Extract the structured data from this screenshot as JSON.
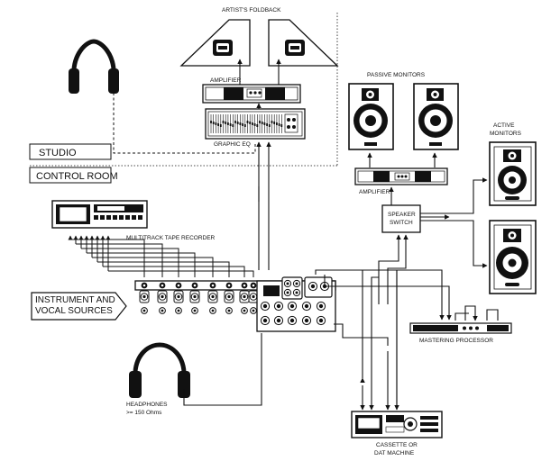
{
  "labels": {
    "artists_foldback": "ARTIST'S FOLDBACK",
    "amplifier_top": "AMPLIFIER",
    "graphic_eq": "GRAPHIC EQ",
    "studio": "STUDIO",
    "control_room": "CONTROL ROOM",
    "passive_monitors": "PASSIVE MONITORS",
    "amplifier_right": "AMPLIFIER",
    "active_monitors_l1": "ACTIVE",
    "active_monitors_l2": "MONITORS",
    "speaker_switch_l1": "SPEAKER",
    "speaker_switch_l2": "SWITCH",
    "multitrack": "MULTITRACK TAPE RECORDER",
    "instrument_l1": "INSTRUMENT AND",
    "instrument_l2": "VOCAL SOURCES",
    "mastering": "MASTERING PROCESSOR",
    "headphones_l1": "HEADPHONES",
    "headphones_l2": ">= 150 Ohms",
    "cassette_l1": "CASSETTE OR",
    "cassette_l2": "DAT MACHINE"
  },
  "colors": {
    "ink": "#111111",
    "background": "#ffffff",
    "panel_grey": "#d9d9d9"
  },
  "icons": [
    "headphones-icon",
    "wedge-speaker-icon",
    "studio-monitor-icon",
    "arrow-right-icon"
  ]
}
